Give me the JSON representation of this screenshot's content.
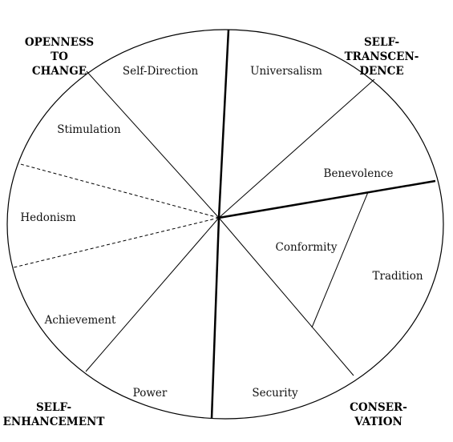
{
  "segments": {
    "self_direction": "Self-Direction",
    "universalism": "Universalism",
    "benevolence": "Benevolence",
    "conformity": "Conformity",
    "tradition": "Tradition",
    "security": "Security",
    "power": "Power",
    "achievement": "Achievement",
    "hedonism": "Hedonism",
    "stimulation": "Stimulation"
  },
  "dimensions": {
    "openness": [
      "OPENNESS",
      "TO",
      "CHANGE"
    ],
    "self_transcendence": [
      "SELF-",
      "TRANSCEN-",
      "DENCE"
    ],
    "conservation": [
      "CONSER-",
      "VATION"
    ],
    "self_enhancement": [
      "SELF-",
      "ENHANCEMENT"
    ]
  }
}
